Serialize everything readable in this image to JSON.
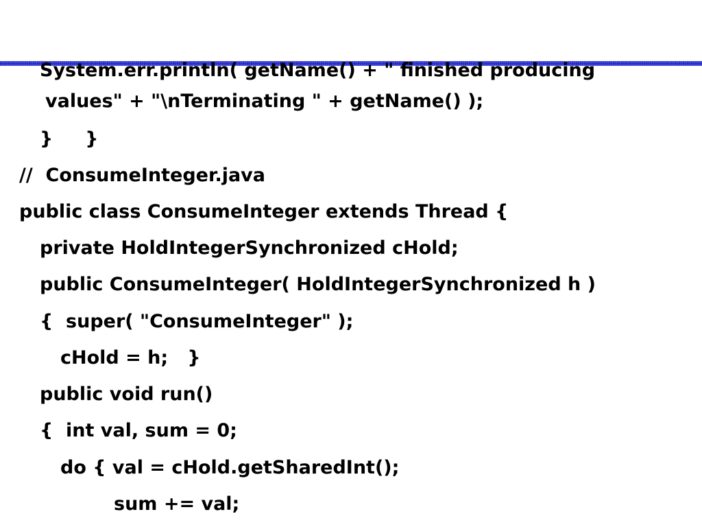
{
  "lines": [
    "System.err.println( getName() + \" finished producing",
    "values\" + \"\\nTerminating \" + getName() );",
    "}     }",
    "//  ConsumeInteger.java",
    "public class ConsumeInteger extends Thread {",
    "private HoldIntegerSynchronized cHold;",
    "public ConsumeInteger( HoldIntegerSynchronized h )",
    "{  super( \"ConsumeInteger\" );",
    "cHold = h;   }",
    "public void run()",
    "{  int val, sum = 0;",
    "do { val = cHold.getSharedInt();",
    "sum += val;"
  ],
  "colors": {
    "rule": "#2233dd",
    "text": "#000000",
    "background": "#ffffff"
  }
}
